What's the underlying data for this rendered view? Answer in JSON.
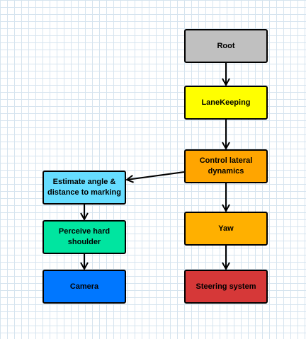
{
  "nodes": {
    "root": {
      "label": "Root",
      "fill": "#c0c0c0"
    },
    "lanekeeping": {
      "label": "LaneKeeping",
      "fill": "#ffff00"
    },
    "control_lateral": {
      "label": "Control lateral dynamics",
      "fill": "#ffa500"
    },
    "estimate_angle": {
      "label": "Estimate angle & distance to marking",
      "fill": "#66ddff"
    },
    "perceive_shoulder": {
      "label": "Perceive hard shoulder",
      "fill": "#00e5a0"
    },
    "camera": {
      "label": "Camera",
      "fill": "#0077ff"
    },
    "yaw": {
      "label": "Yaw",
      "fill": "#ffb000"
    },
    "steering": {
      "label": "Steering system",
      "fill": "#d63838"
    }
  },
  "edges": [
    {
      "from": "root",
      "to": "lanekeeping"
    },
    {
      "from": "lanekeeping",
      "to": "control_lateral"
    },
    {
      "from": "control_lateral",
      "to": "estimate_angle"
    },
    {
      "from": "control_lateral",
      "to": "yaw"
    },
    {
      "from": "yaw",
      "to": "steering"
    },
    {
      "from": "estimate_angle",
      "to": "perceive_shoulder"
    },
    {
      "from": "perceive_shoulder",
      "to": "camera"
    }
  ]
}
